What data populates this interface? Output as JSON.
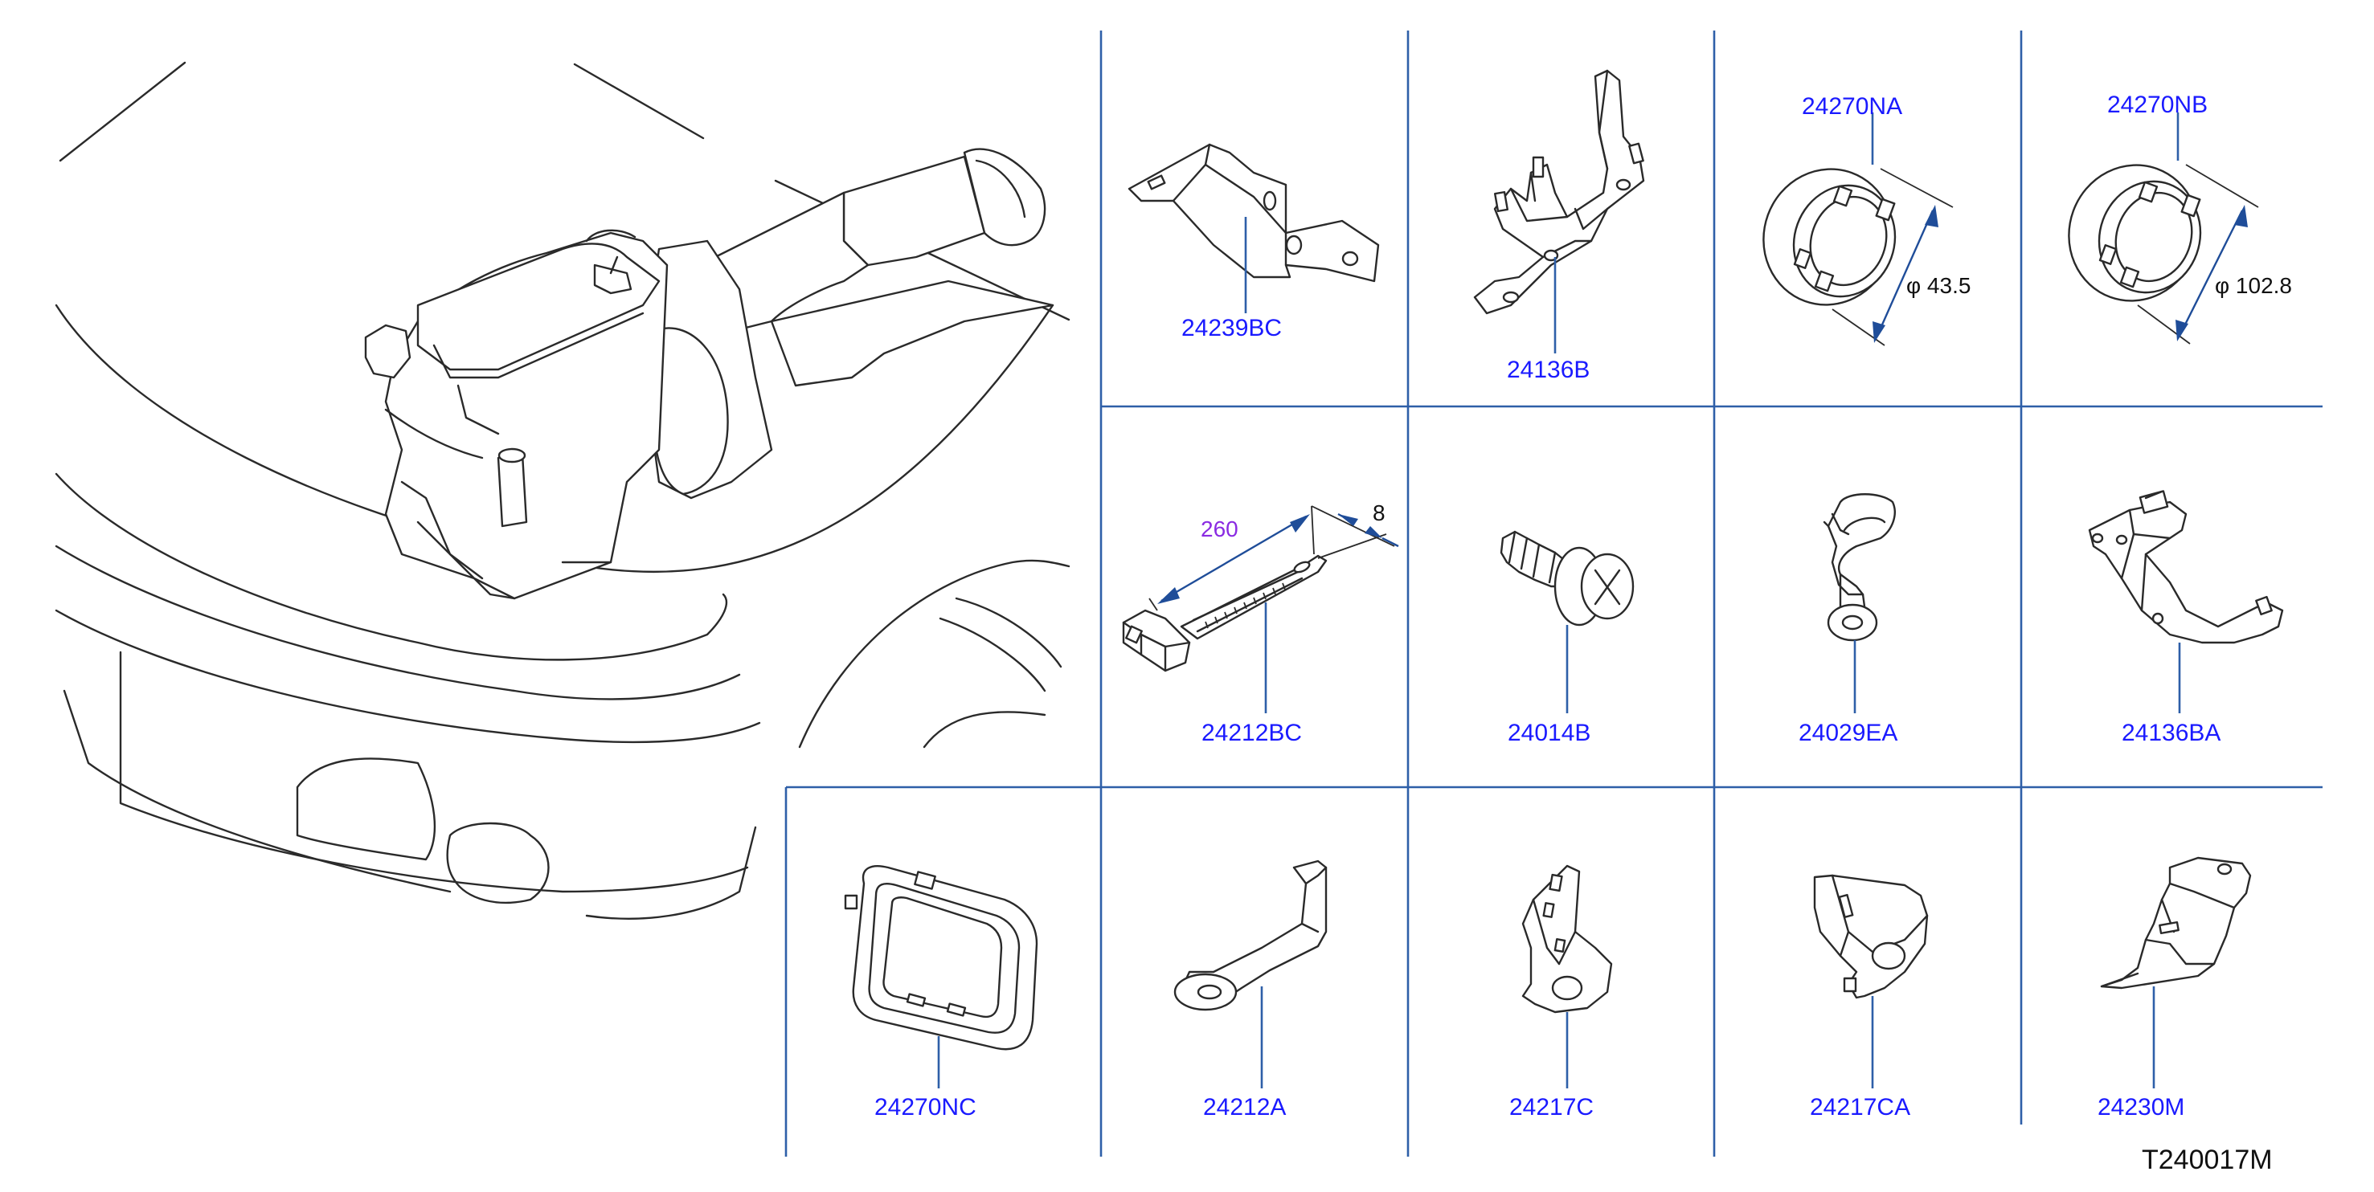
{
  "diagram_code": "T240017M",
  "parts": {
    "p24239BC": "24239BC",
    "p24136B": "24136B",
    "p24270NA": "24270NA",
    "p24270NB": "24270NB",
    "p24212BC": "24212BC",
    "p24014B": "24014B",
    "p24029EA": "24029EA",
    "p24136BA": "24136BA",
    "p24270NC": "24270NC",
    "p24212A": "24212A",
    "p24217C": "24217C",
    "p24217CA": "24217CA",
    "p24230M": "24230M"
  },
  "dimensions": {
    "d_24270NA": "φ 43.5",
    "d_24270NB": "φ 102.8",
    "length_24212BC": "260",
    "width_24212BC": "8"
  },
  "colors": {
    "label": "#1a1aff",
    "grid": "#2e5fa8",
    "dimension_purple": "#8a2be2"
  }
}
